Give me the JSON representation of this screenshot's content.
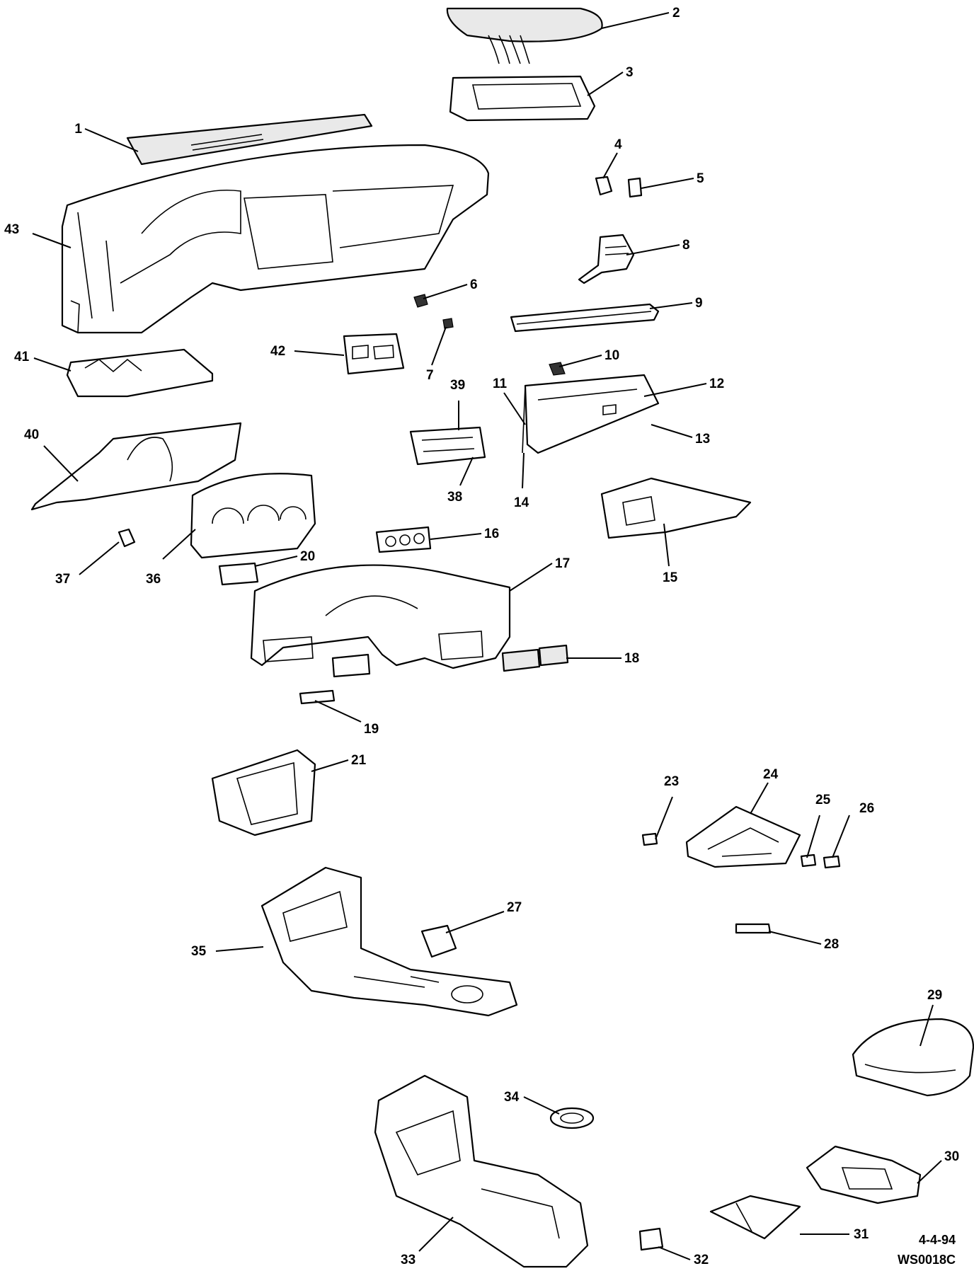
{
  "diagram": {
    "stamp_date": "4-4-94",
    "stamp_code": "WS0018C",
    "callouts": [
      "1",
      "2",
      "3",
      "4",
      "5",
      "6",
      "7",
      "8",
      "9",
      "10",
      "11",
      "12",
      "13",
      "14",
      "15",
      "16",
      "17",
      "18",
      "19",
      "20",
      "21",
      "23",
      "24",
      "25",
      "26",
      "27",
      "28",
      "29",
      "30",
      "31",
      "32",
      "33",
      "34",
      "35",
      "36",
      "37",
      "38",
      "39",
      "40",
      "41",
      "42",
      "43"
    ]
  }
}
